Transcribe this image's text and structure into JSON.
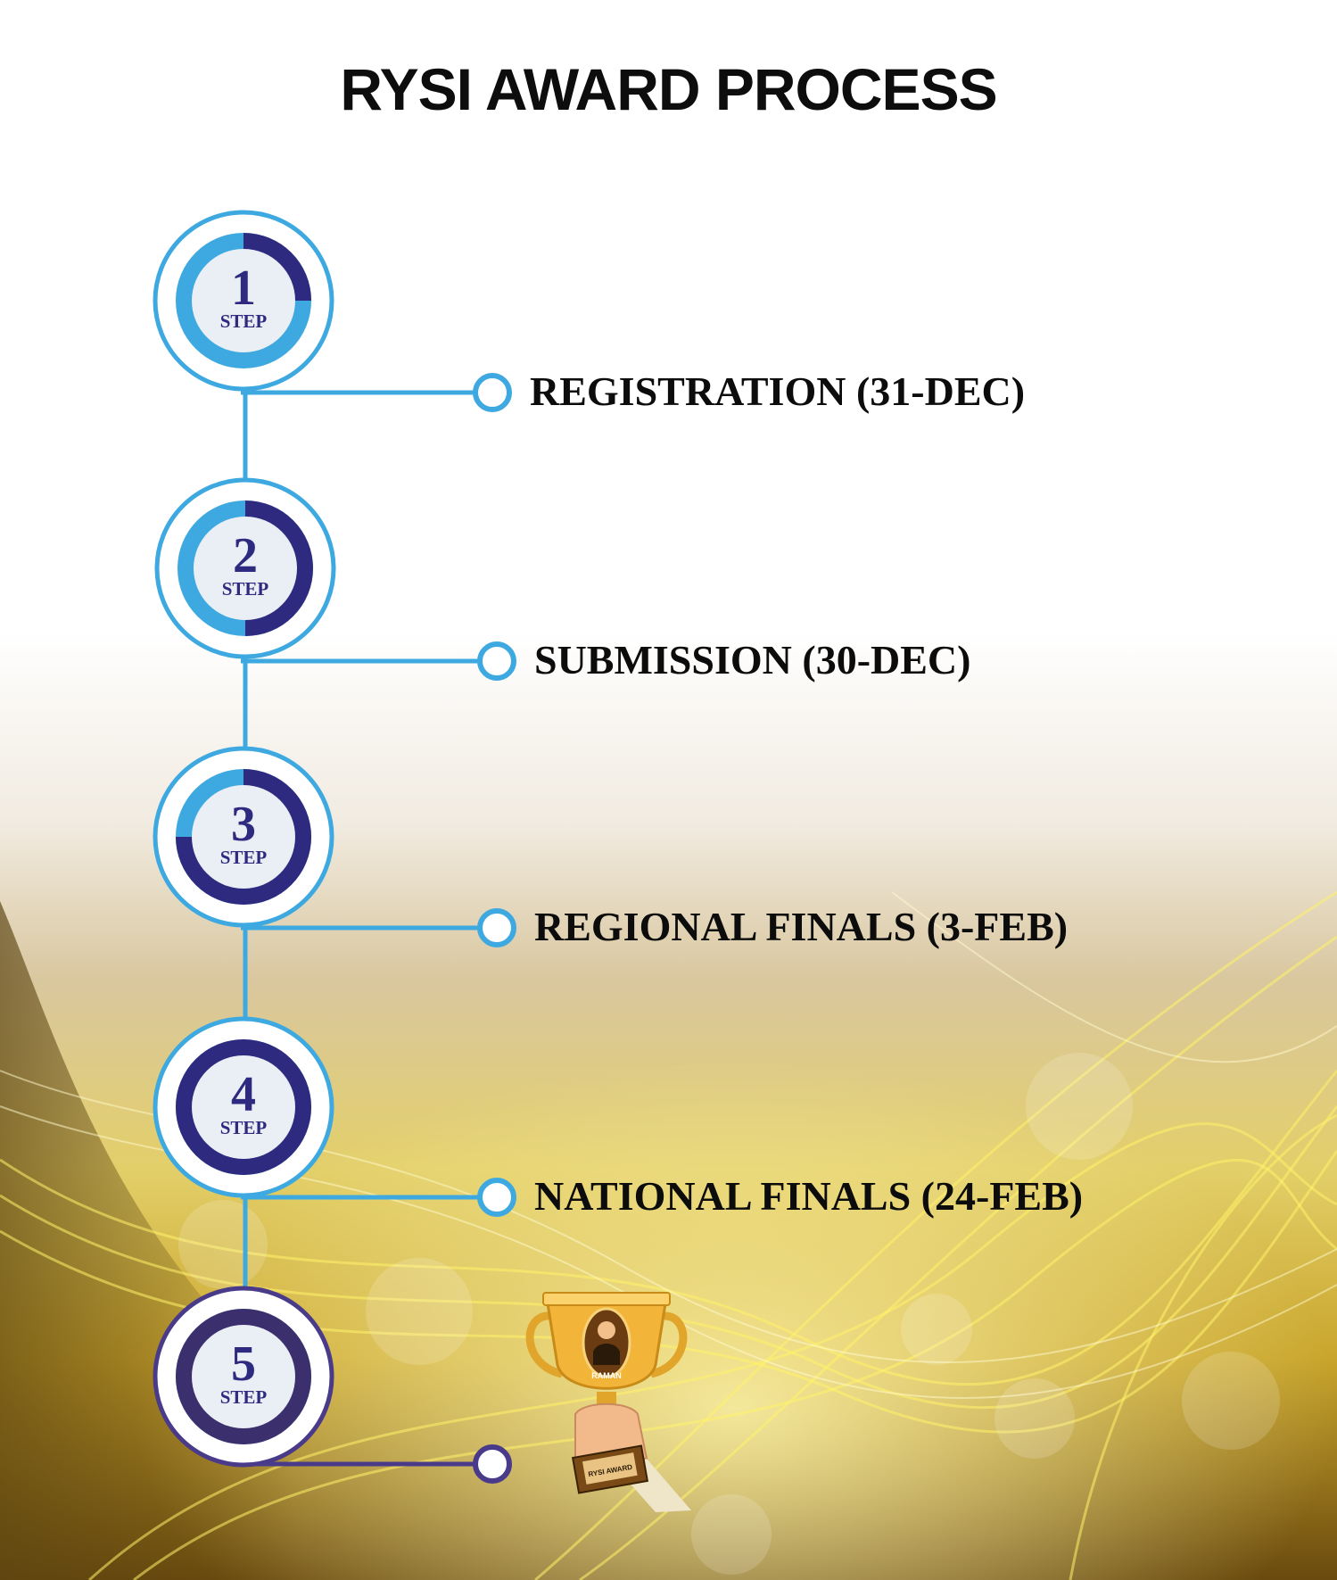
{
  "title": "RYSI AWARD PROCESS",
  "colors": {
    "ring_outer": "#3ea9e0",
    "ring_dark": "#2e2a7f",
    "ring_light": "#3ea9e0",
    "center": "#e9eff5",
    "connector": "#3ea9e0",
    "gold": "#f2d11a",
    "dark_gold": "#6b4a0c"
  },
  "steps": [
    {
      "number": "1",
      "step_text": "STEP",
      "label": "REGISTRATION (31-DEC)",
      "progress": 0.25
    },
    {
      "number": "2",
      "step_text": "STEP",
      "label": "SUBMISSION (30-DEC)",
      "progress": 0.5
    },
    {
      "number": "3",
      "step_text": "STEP",
      "label": "REGIONAL FINALS (3-FEB)",
      "progress": 0.75
    },
    {
      "number": "4",
      "step_text": "STEP",
      "label": "NATIONAL FINALS (24-FEB)",
      "progress": 1.0
    },
    {
      "number": "5",
      "step_text": "STEP",
      "label": "",
      "progress": 1.0
    }
  ],
  "trophy": {
    "icon": "trophy-icon",
    "badge_text": "RAMAN",
    "plate_text": "RYSI AWARD"
  }
}
